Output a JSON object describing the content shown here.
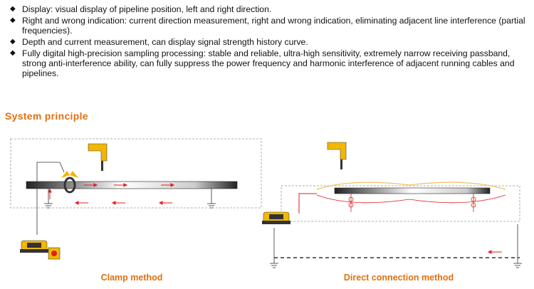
{
  "features": [
    {
      "text": "Display: visual display of pipeline position, left and right direction."
    },
    {
      "text": "Right and wrong indication: current direction measurement, right and wrong indication, eliminating adjacent line interference (partial frequencies)."
    },
    {
      "text": "Depth and current measurement, can display signal strength history curve."
    },
    {
      "text": "Fully digital high-precision sampling processing: stable and reliable, ultra-high sensitivity, extremely narrow receiving passband, strong anti-interference ability, can fully suppress the power frequency and harmonic interference of adjacent running cables and pipelines."
    }
  ],
  "bullet_glyph": "◆",
  "section_title": "System principle",
  "captions": {
    "clamp": "Clamp method",
    "direct": "Direct connection method"
  },
  "colors": {
    "accent": "#e07010",
    "arrow": "#e02020",
    "device_yellow": "#f2b700",
    "dash_frame": "#999999"
  }
}
